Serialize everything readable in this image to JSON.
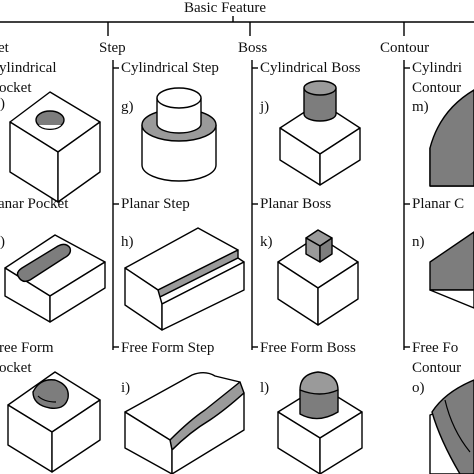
{
  "root": "Basic Feature",
  "categories": [
    {
      "label": "et"
    },
    {
      "label": "Step"
    },
    {
      "label": "Boss"
    },
    {
      "label": "Contour"
    }
  ],
  "cells": {
    "a": {
      "title_line1": "ylindrical",
      "title_line2": "ocket",
      "letter": ""
    },
    "b": {
      "title_line1": "anar Pocket",
      "title_line2": "",
      "letter": ""
    },
    "c": {
      "title_line1": "ree Form",
      "title_line2": "ocket",
      "letter": ""
    },
    "g": {
      "title_line1": "Cylindrical Step",
      "letter": "g)"
    },
    "h": {
      "title_line1": "Planar Step",
      "letter": "h)"
    },
    "i": {
      "title_line1": "Free Form Step",
      "letter": "i)"
    },
    "j": {
      "title_line1": "Cylindrical Boss",
      "letter": "j)"
    },
    "k": {
      "title_line1": "Planar Boss",
      "letter": "k)"
    },
    "l": {
      "title_line1": "Free Form Boss",
      "letter": "l)"
    },
    "m": {
      "title_line1": "Cylindri",
      "title_line2": "Contour",
      "letter": "m)"
    },
    "n": {
      "title_line1": "Planar C",
      "letter": "n)"
    },
    "o": {
      "title_line1": "Free Fo",
      "title_line2": "Contour",
      "letter": "o)"
    }
  }
}
